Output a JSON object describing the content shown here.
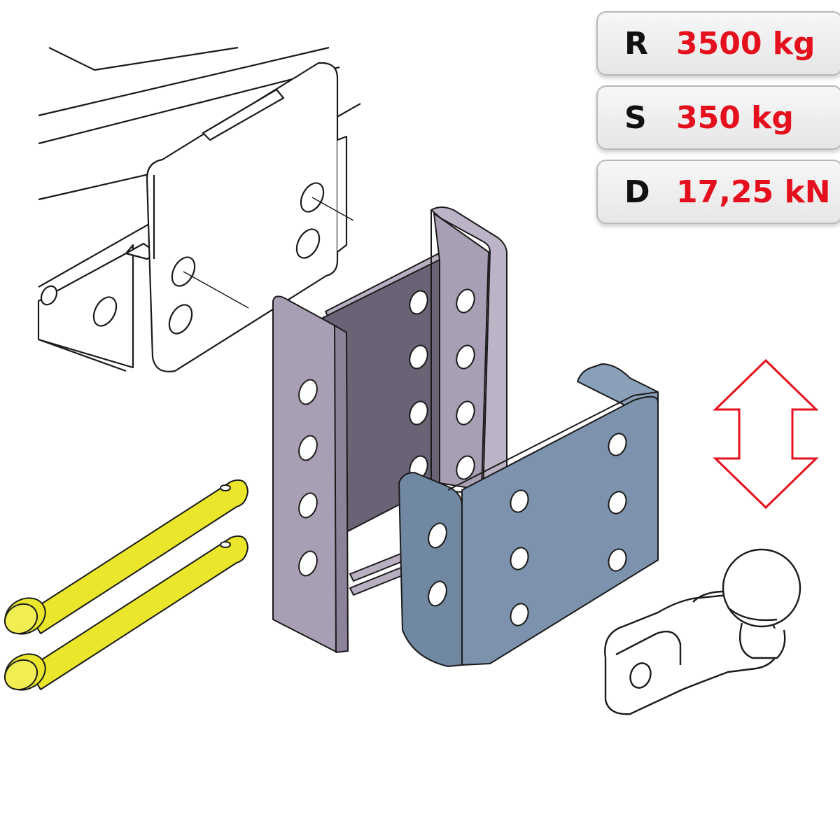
{
  "specs": [
    {
      "letter": "R",
      "value": "3500 kg"
    },
    {
      "letter": "S",
      "value": "350 kg"
    },
    {
      "letter": "D",
      "value": "17,25 kN"
    }
  ],
  "colors": {
    "value_text": "#e5101d",
    "arrow": "#e5101d",
    "pins": "#e9e62c",
    "rear_bracket": "#a99fb4",
    "front_bracket": "#7d93ad",
    "outline": "#1a1a1a"
  },
  "icons": {
    "vertical_adjust_arrow": "double-arrow-vertical-icon"
  }
}
